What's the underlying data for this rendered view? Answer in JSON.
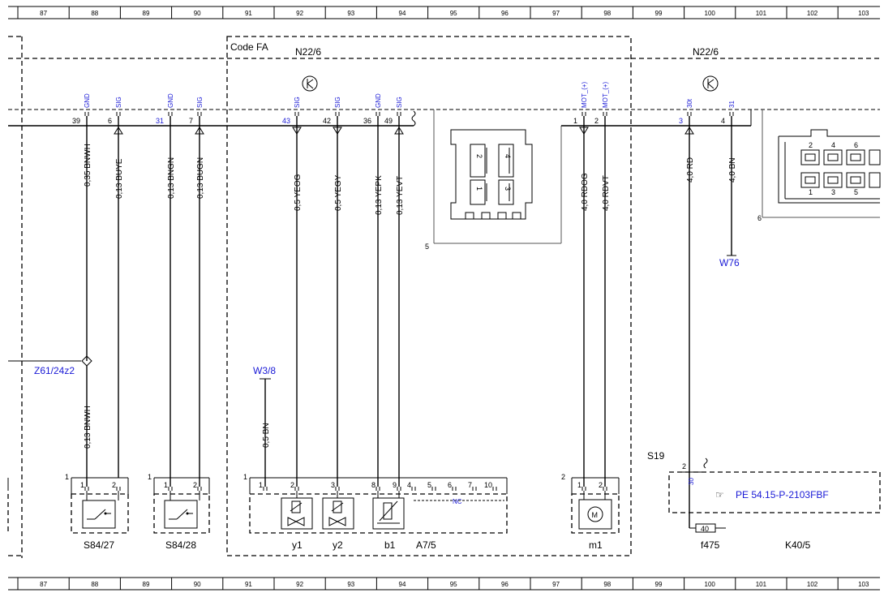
{
  "ruler": {
    "numbers": [
      "87",
      "88",
      "89",
      "90",
      "91",
      "92",
      "93",
      "94",
      "95",
      "96",
      "97",
      "98",
      "99",
      "100",
      "101",
      "102",
      "103"
    ]
  },
  "blocks": {
    "code_label": "Code FA",
    "n22_left": "N22/6",
    "n22_right": "N22/6"
  },
  "top_pins": {
    "labels": [
      "GND",
      "SIG",
      "GND",
      "SIG",
      "SIG",
      "SIG",
      "GND",
      "SIG",
      "MOT_(+)",
      "MOT_(+)",
      "30t",
      "31"
    ],
    "numbers": [
      "39",
      "6",
      "31",
      "7",
      "43",
      "42",
      "36",
      "49",
      "1",
      "2",
      "3",
      "4"
    ]
  },
  "wires": {
    "top": [
      "0,35 BNWH",
      "0,13 BUYE",
      "0,13 BNGN",
      "0,13 BUGN",
      "0,5 YEOG",
      "0,5 YEGY",
      "0,13 YEPK",
      "0,13 YEVT",
      "4,0 RDOG",
      "4,0 RDVT",
      "4,0 RD",
      "4,0 BN"
    ],
    "lower_bnwh": "0,13 BNWH",
    "lower_bn": "0,5 BN"
  },
  "references": {
    "z61": "Z61/24z2",
    "w38": "W3/8",
    "w76": "W76",
    "pe": "PE 54.15-P-2103FBF"
  },
  "connectors": {
    "five": "5",
    "six": "6",
    "c5_pins": [
      "2",
      "4",
      "1",
      "3"
    ],
    "c6_pins_top": [
      "2",
      "4",
      "6"
    ],
    "c6_pins_bottom": [
      "1",
      "3",
      "5"
    ]
  },
  "components": {
    "s84_27": "S84/27",
    "s84_28": "S84/28",
    "y1": "y1",
    "y2": "y2",
    "b1": "b1",
    "a7_5": "A7/5",
    "m1": "m1",
    "f475": "f475",
    "k40_5": "K40/5",
    "s19": "S19",
    "fuse_value": "40",
    "nc": "NC",
    "bottom_pin_nums": [
      "1",
      "2",
      "1",
      "2",
      "1",
      "2",
      "3",
      "8",
      "9",
      "4",
      "5",
      "6",
      "7",
      "10",
      "1",
      "2"
    ],
    "block_nums": [
      "1",
      "1",
      "1",
      "2"
    ],
    "s19_pins": [
      "2",
      "30"
    ]
  }
}
